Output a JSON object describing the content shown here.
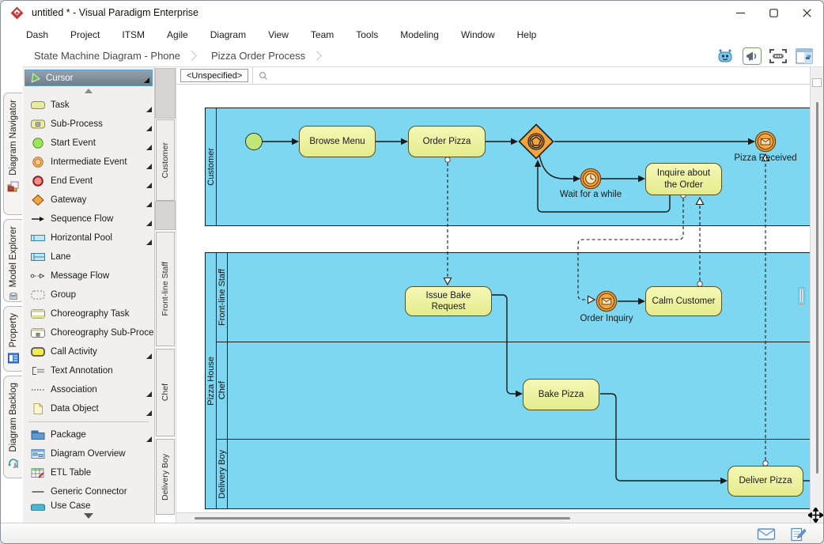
{
  "window": {
    "title": "untitled * - Visual Paradigm Enterprise"
  },
  "menubar": {
    "items": [
      "Dash",
      "Project",
      "ITSM",
      "Agile",
      "Diagram",
      "View",
      "Team",
      "Tools",
      "Modeling",
      "Window",
      "Help"
    ]
  },
  "breadcrumb": {
    "items": [
      "State Machine Diagram - Phone",
      "Pizza Order Process"
    ]
  },
  "toolbar": {
    "icons": [
      "assistant-robot-icon",
      "megaphone-icon",
      "marquee-select-icon",
      "panel-layout-icon"
    ]
  },
  "side_tabs": {
    "items": [
      "Diagram Navigator",
      "Model Explorer",
      "Property",
      "Diagram Backlog"
    ]
  },
  "palette": {
    "cursor": "Cursor",
    "items": [
      {
        "label": "Task"
      },
      {
        "label": "Sub-Process"
      },
      {
        "label": "Start Event"
      },
      {
        "label": "Intermediate Event"
      },
      {
        "label": "End Event"
      },
      {
        "label": "Gateway"
      },
      {
        "label": "Sequence Flow"
      },
      {
        "label": "Horizontal Pool"
      },
      {
        "label": "Lane"
      },
      {
        "label": "Message Flow"
      },
      {
        "label": "Group"
      },
      {
        "label": "Choreography Task"
      },
      {
        "label": "Choreography Sub-Process"
      },
      {
        "label": "Call Activity"
      },
      {
        "label": "Text Annotation"
      },
      {
        "label": "Association"
      },
      {
        "label": "Data Object"
      },
      {
        "label": "Package"
      },
      {
        "label": "Diagram Overview"
      },
      {
        "label": "ETL Table"
      },
      {
        "label": "Generic Connector"
      },
      {
        "label": "Use Case"
      }
    ]
  },
  "canvas": {
    "model_selector": "<Unspecified>"
  },
  "diagram": {
    "pools": {
      "customer": "Customer",
      "pizza_house": "Pizza House"
    },
    "lanes": [
      "Front-line Staff",
      "Chef",
      "Delivery Boy"
    ],
    "nodes": {
      "browse_menu": "Browse Menu",
      "order_pizza": "Order Pizza",
      "wait_for_a_while": "Wait for a while",
      "inquire_about_the_order": "Inquire about the Order",
      "pizza_received": "Pizza Received",
      "issue_bake_request": "Issue Bake Request",
      "order_inquiry": "Order Inquiry",
      "calm_customer": "Calm Customer",
      "bake_pizza": "Bake Pizza",
      "deliver_pizza": "Deliver Pizza"
    }
  },
  "colors": {
    "pool_fill": "#7DD7F0",
    "task_fill": "#ECF0A0",
    "event_orange": "#F5A33B",
    "start_green": "#BFE878",
    "selected_tool_bg": "#83919D",
    "accent_blue": "#3D7FD9"
  },
  "statusbar": {
    "icons": [
      "mail-icon",
      "compose-note-icon"
    ]
  }
}
